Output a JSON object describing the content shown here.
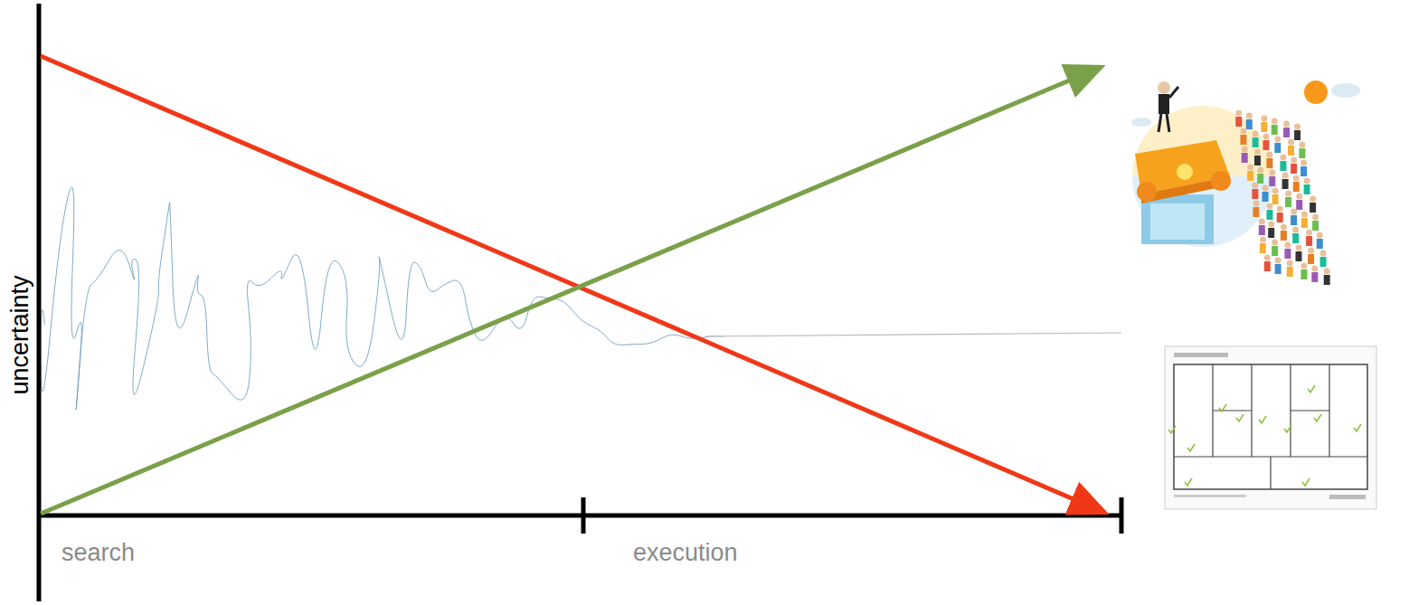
{
  "diagram": {
    "labels": [
      "uncertainty",
      "search",
      "execution"
    ]
  }
}
